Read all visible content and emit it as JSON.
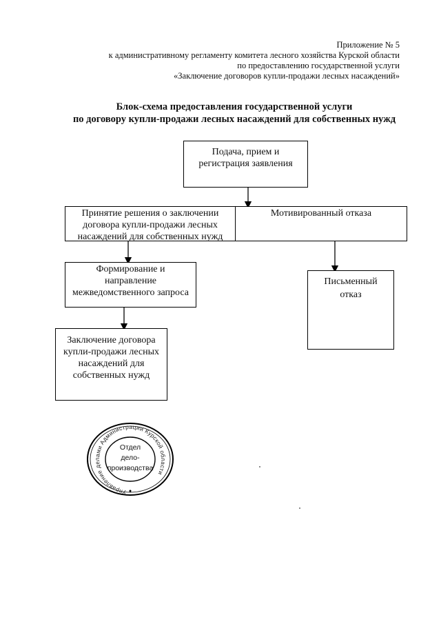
{
  "header": {
    "line1": "Приложение № 5",
    "line2": "к административному регламенту комитета лесного хозяйства Курской области",
    "line3": "по предоставлению государственной услуги",
    "line4": "«Заключение договоров купли-продажи лесных насаждений»"
  },
  "title": {
    "line1": "Блок-схема предоставления государственной услуги",
    "line2": "по договору купли-продажи лесных насаждений для собственных нужд"
  },
  "boxes": {
    "submission": [
      "Подача, прием и",
      "регистрация заявления"
    ],
    "decision": [
      "Принятие решения о заключении",
      "договора купли-продажи лесных",
      "насаждений для собственных нужд"
    ],
    "refusal": "Мотивированный отказа",
    "request": [
      "Формирование и",
      "направление",
      "межведомственного запроса"
    ],
    "written_refusal": [
      "Письменный",
      "отказ"
    ],
    "contract": [
      "Заключение договора",
      "купли-продажи лесных",
      "насаждений для",
      "собственных нужд"
    ]
  },
  "stamp": {
    "ring_text": "Управление делами Администрации Курской области",
    "center": [
      "Отдел",
      "дело-",
      "производства"
    ]
  }
}
